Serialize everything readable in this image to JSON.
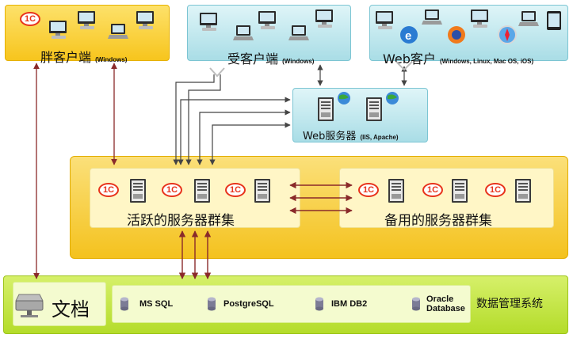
{
  "clients": {
    "thick": {
      "name": "胖客户端",
      "platform": "(Windows)",
      "logo": "1С"
    },
    "thin": {
      "name": "受客户端",
      "platform": "(Windows)"
    },
    "web": {
      "name": "Web客户",
      "platform": "(Windows, Linux, Mac OS, iOS)"
    }
  },
  "web_server": {
    "name": "Web服务器",
    "platform": "(IIS, Apache)"
  },
  "clusters": {
    "active": {
      "label": "活跃的服务器群集",
      "logo": "1С"
    },
    "backup": {
      "label": "备用的服务器群集",
      "logo": "1С"
    }
  },
  "files": {
    "label": "文档"
  },
  "dbms": {
    "title": "数据管理系统",
    "items": [
      {
        "label": "MS SQL"
      },
      {
        "label": "PostgreSQL"
      },
      {
        "label": "IBM DB2"
      },
      {
        "label_line1": "Oracle",
        "label_line2": "Database"
      }
    ]
  },
  "colors": {
    "yellow_panel": "#f7c51d",
    "cyan_panel": "#a9dde6",
    "green_panel": "#b4dc2a",
    "connector_red": "#8a2a2a",
    "connector_gray": "#444444",
    "logo_red": "#e8341c"
  }
}
